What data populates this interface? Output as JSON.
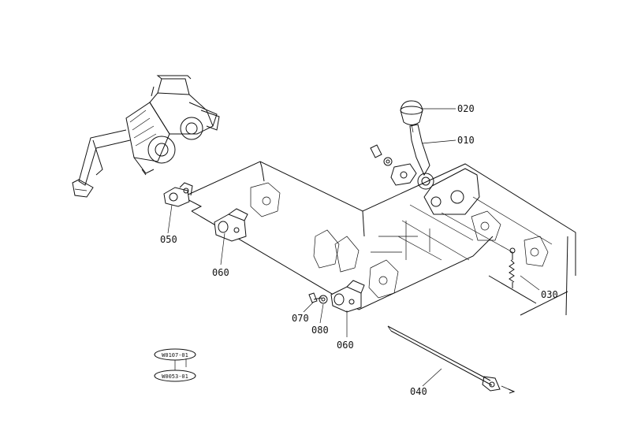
{
  "diagram": {
    "callouts": [
      {
        "id": "c010",
        "label": "010"
      },
      {
        "id": "c020",
        "label": "020"
      },
      {
        "id": "c030",
        "label": "030"
      },
      {
        "id": "c040",
        "label": "040"
      },
      {
        "id": "c050",
        "label": "050"
      },
      {
        "id": "c060a",
        "label": "060"
      },
      {
        "id": "c060b",
        "label": "060"
      },
      {
        "id": "c070",
        "label": "070"
      },
      {
        "id": "c080",
        "label": "080"
      }
    ],
    "reference_codes": [
      "W0107-01",
      "W0053-01"
    ]
  }
}
